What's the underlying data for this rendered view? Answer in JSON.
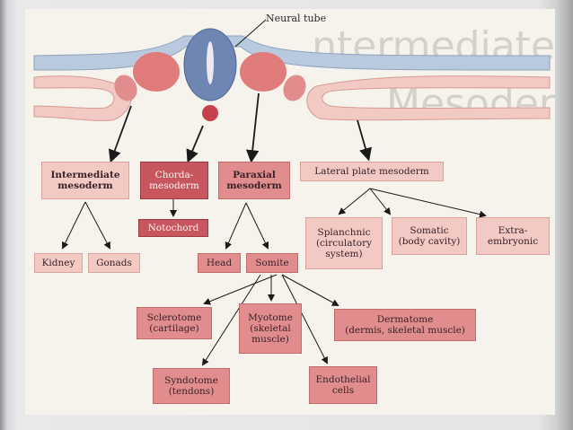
{
  "labels": {
    "neural_tube": "Neural tube"
  },
  "boxes": {
    "intermediate": "Intermediate\nmesoderm",
    "chorda": "Chorda-\nmesoderm",
    "paraxial": "Paraxial\nmesoderm",
    "lateral": "Lateral plate mesoderm",
    "notochord": "Notochord",
    "kidney": "Kidney",
    "gonads": "Gonads",
    "head": "Head",
    "somite": "Somite",
    "splanchnic": "Splanchnic\n(circulatory\nsystem)",
    "somatic": "Somatic\n(body cavity)",
    "extra": "Extra-\nembryonic",
    "sclerotome": "Sclerotome\n(cartilage)",
    "myotome": "Myotome\n(skeletal\nmuscle)",
    "dermatome": "Dermatome\n(dermis, skeletal muscle)",
    "syndotome": "Syndotome\n(tendons)",
    "endothelial": "Endothelial\ncells"
  },
  "background_text": {
    "line1": "ntermediate",
    "line2": "Mesoder"
  },
  "colors": {
    "dark_box": "#c8565f",
    "mid_box": "#e18d8d",
    "light_box": "#f2c9c3",
    "neural_tube": "#6f86b3",
    "ectoderm": "#b9c9de"
  }
}
